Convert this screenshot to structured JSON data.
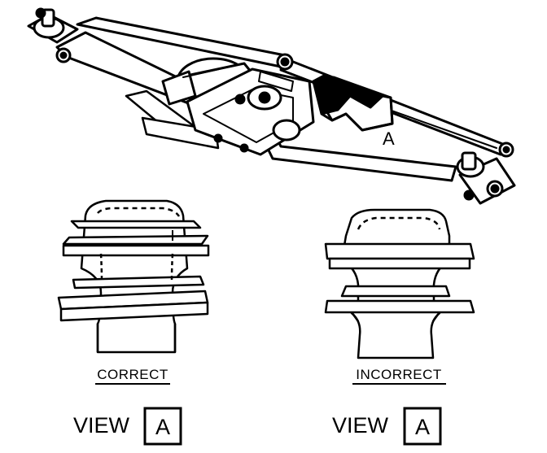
{
  "callout": {
    "letter": "A"
  },
  "views": [
    {
      "caption": "CORRECT",
      "view_word": "VIEW",
      "view_letter": "A"
    },
    {
      "caption": "INCORRECT",
      "view_word": "VIEW",
      "view_letter": "A"
    }
  ]
}
